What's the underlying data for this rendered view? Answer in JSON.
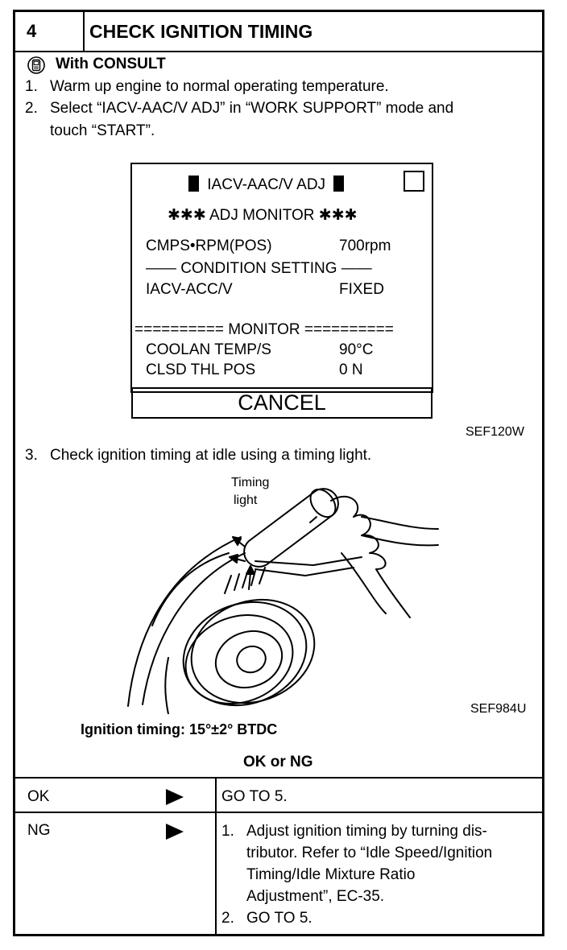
{
  "header": {
    "step": "4",
    "title": "CHECK IGNITION TIMING"
  },
  "consult": {
    "icon": "consult-icon",
    "heading": "With CONSULT",
    "steps": [
      {
        "num": "1.",
        "lines": [
          "Warm up engine to normal operating temperature."
        ]
      },
      {
        "num": "2.",
        "lines": [
          "Select “IACV-AAC/V ADJ” in “WORK SUPPORT” mode and",
          "touch “START”."
        ]
      }
    ]
  },
  "screen": {
    "title": "IACV-AAC/V ADJ",
    "subtitle": "✱✱✱  ADJ MONITOR  ✱✱✱",
    "rpm_label": "CMPS•RPM(POS)",
    "rpm_value": "700rpm",
    "condition_heading": "—— CONDITION SETTING ——",
    "iacv_label": "IACV-ACC/V",
    "iacv_value": "FIXED",
    "monitor_heading": "========== MONITOR ==========",
    "coolant_label": "COOLAN TEMP/S",
    "coolant_value": "90°C",
    "throttle_label": "CLSD THL POS",
    "throttle_value": "0 N",
    "cancel_label": "CANCEL"
  },
  "fig_code_1": "SEF120W",
  "step3": {
    "num": "3.",
    "text": "Check ignition timing at idle using a timing light."
  },
  "illustration": {
    "label_line1": "Timing",
    "label_line2": "light",
    "code": "SEF984U"
  },
  "spec": "Ignition timing: 15°±2° BTDC",
  "ok_or_ng": "OK or NG",
  "results": {
    "ok": {
      "label": "OK",
      "action": "GO TO 5."
    },
    "ng": {
      "label": "NG",
      "items": [
        {
          "num": "1.",
          "lines": [
            "Adjust ignition timing by turning dis-",
            "tributor. Refer to “Idle Speed/Ignition",
            "Timing/Idle Mixture Ratio",
            "Adjustment”, EC-35."
          ]
        },
        {
          "num": "2.",
          "lines": [
            "GO TO 5."
          ]
        }
      ]
    }
  }
}
